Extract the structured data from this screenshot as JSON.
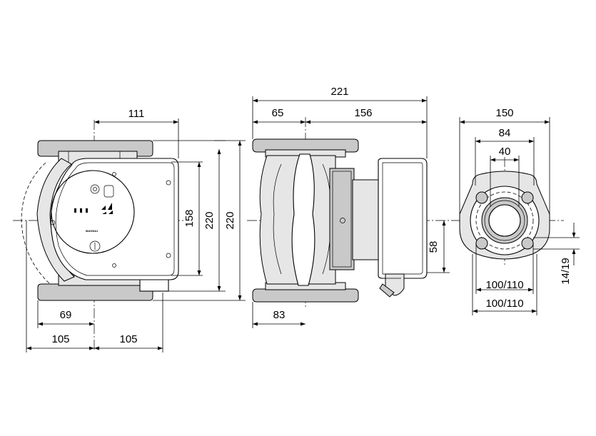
{
  "front_view": {
    "dims": {
      "top_width": "111",
      "height_inner": "158",
      "height_mid": "220",
      "height_outer": "220",
      "left_offset": "69",
      "half_left": "105",
      "half_right": "105"
    },
    "brand_label": "MAGNA1"
  },
  "side_view": {
    "dims": {
      "overall_length": "221",
      "flange_part": "65",
      "motor_part": "156",
      "motor_height": "58",
      "bottom_offset": "83"
    }
  },
  "flange_view": {
    "dims": {
      "outer_width": "150",
      "bolt_circle": "84",
      "bore": "40",
      "hole_circle_1": "100/110",
      "hole_circle_2": "100/110",
      "hole_diameter": "14/19"
    }
  }
}
